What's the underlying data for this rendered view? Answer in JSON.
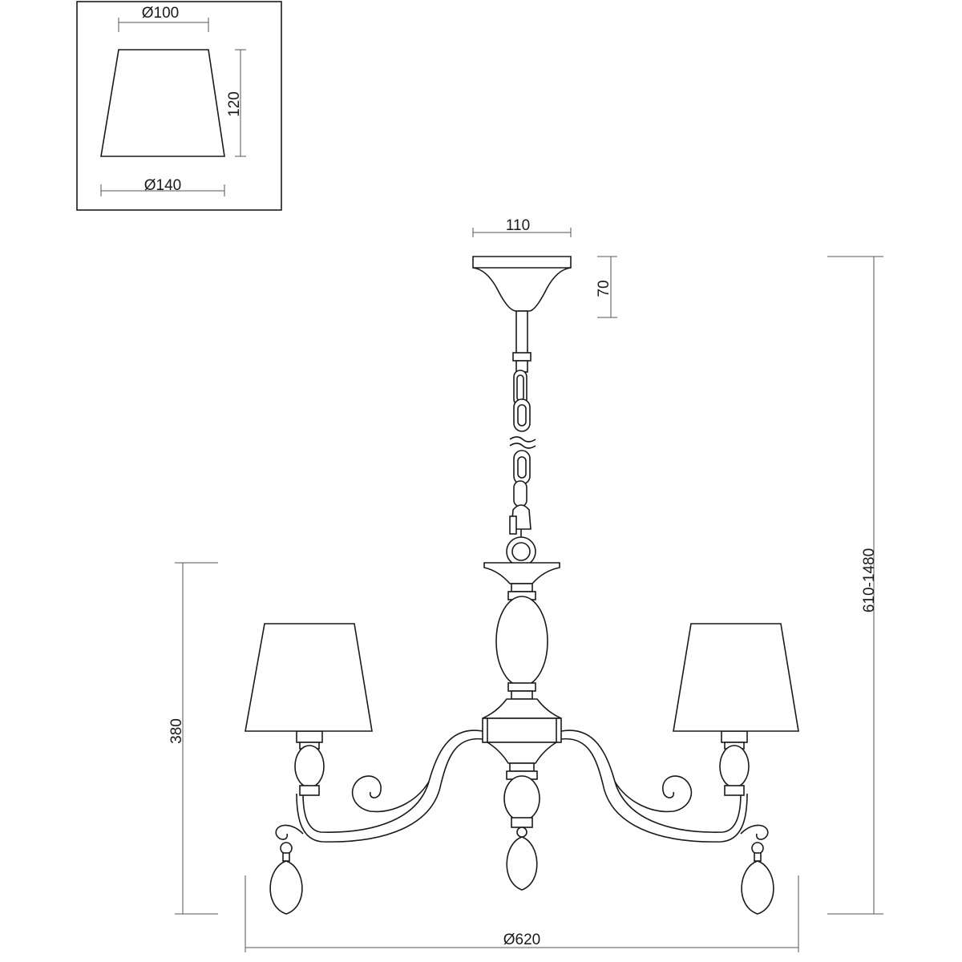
{
  "detail": {
    "top_diameter": "Ø100",
    "shade_height": "120",
    "bottom_diameter": "Ø140"
  },
  "main": {
    "canopy_width": "110",
    "canopy_height": "70",
    "total_height": "610-1480",
    "body_height": "380",
    "overall_diameter": "Ø620"
  }
}
